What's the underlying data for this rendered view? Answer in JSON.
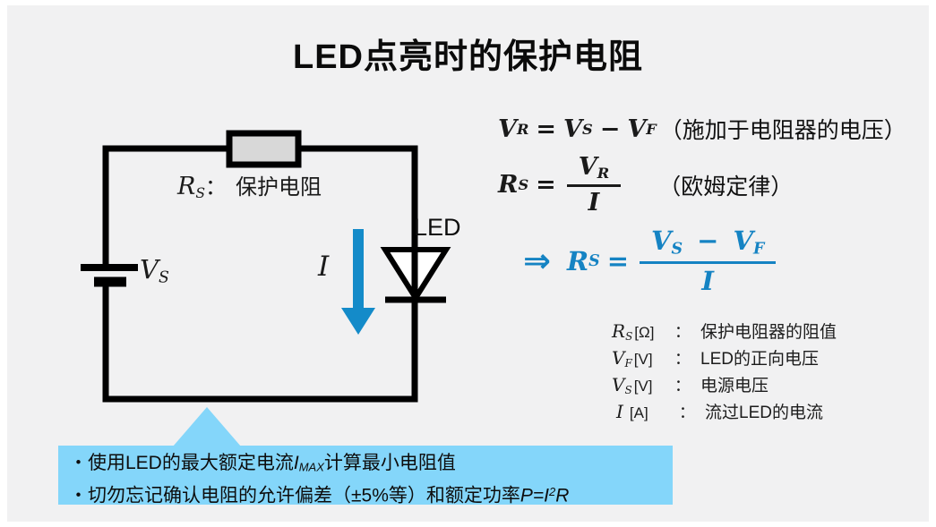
{
  "title": "LED点亮时的保护电阻",
  "colors": {
    "background": "#f1f1f2",
    "formula_blue": "#1583c3",
    "arrow_blue": "#148bc9",
    "note_box_blue": "#84d6fa",
    "resistor_fill": "#d8d8d8",
    "wire_black": "#000000"
  },
  "icons": {
    "resistor": "resistor-icon",
    "battery": "battery-icon",
    "led_diode": "led-diode-icon",
    "current_arrow": "current-arrow-icon",
    "callout": "callout-triangle-icon",
    "implies": "double-arrow-right-icon"
  },
  "circuit": {
    "resistor_var": "R",
    "resistor_var_sub": "S",
    "resistor_colon": "：",
    "resistor_desc": "保护电阻",
    "source_var": "V",
    "source_var_sub": "S",
    "current_var": "I",
    "led_label": "LED"
  },
  "formulas": {
    "f1": {
      "v1": "V",
      "v1s": "R",
      "eq": "=",
      "v2": "V",
      "v2s": "S",
      "minus": "−",
      "v3": "V",
      "v3s": "F",
      "note": "（施加于电阻器的电压）"
    },
    "f2": {
      "v1": "R",
      "v1s": "S",
      "eq": "=",
      "num": "V",
      "num_s": "R",
      "den": "I",
      "note": "（欧姆定律）"
    },
    "f3": {
      "arrow": "⇒",
      "v1": "R",
      "v1s": "S",
      "eq": "=",
      "n1": "V",
      "n1s": "S",
      "minus": "−",
      "n2": "V",
      "n2s": "F",
      "den": "I"
    }
  },
  "legend": {
    "items": [
      {
        "v": "R",
        "s": "S",
        "unit": "[Ω]",
        "colon": "：",
        "desc": "保护电阻器的阻值"
      },
      {
        "v": "V",
        "s": "F",
        "unit": "[V]",
        "colon": "：",
        "desc": "LED的正向电压"
      },
      {
        "v": "V",
        "s": "S",
        "unit": "[V]",
        "colon": "：",
        "desc": "电源电压"
      },
      {
        "v": "I",
        "s": "",
        "unit": "[A]",
        "colon": "：",
        "desc": "流过LED的电流"
      }
    ]
  },
  "notes": {
    "line1_pre": "・使用LED的最大额定电流",
    "line1_var": "I",
    "line1_var_sub": "MAX",
    "line1_post": "计算最小电阻值",
    "line2_pre": "・切勿忘记确认电阻的允许偏差（±5%等）和额定功率",
    "line2_f_pre": "P=I",
    "line2_f_sup": "2",
    "line2_f_post": "R"
  }
}
